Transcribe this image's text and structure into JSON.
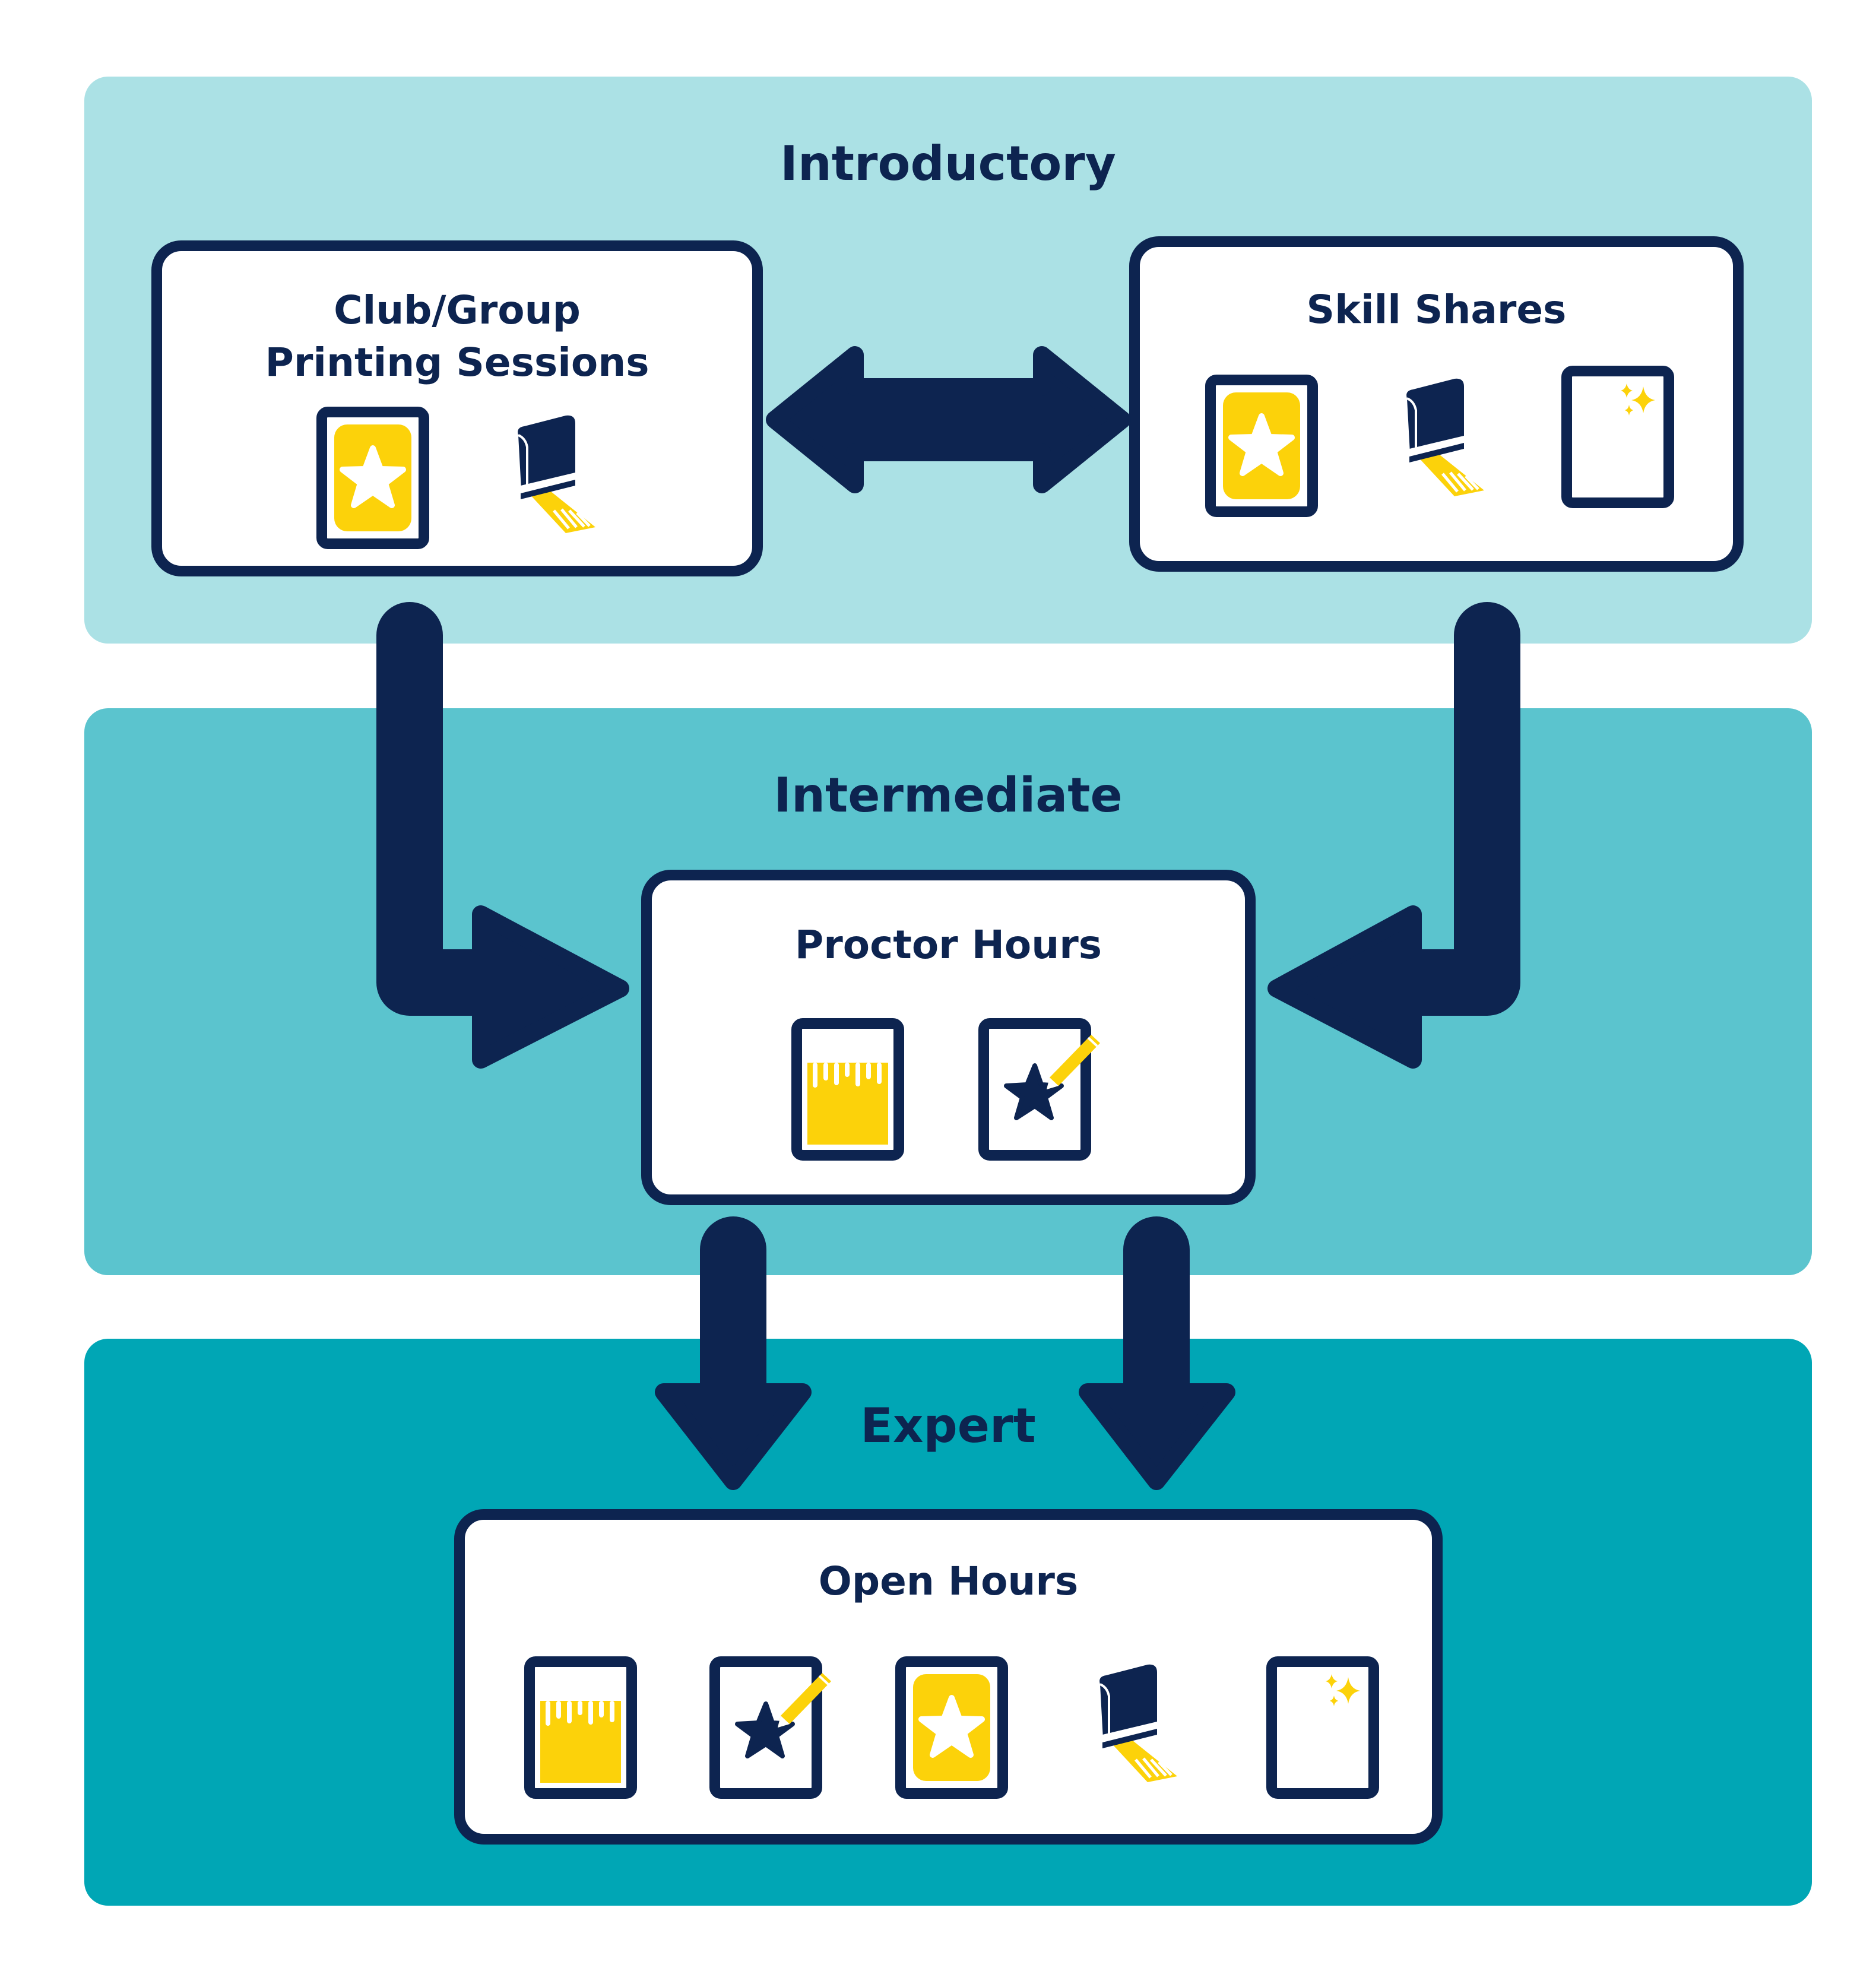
{
  "colors": {
    "navy": "#0d2450",
    "yellow": "#fcd20a",
    "tier_introductory": "#abe1e5",
    "tier_intermediate": "#5bc4ce",
    "tier_expert": "#00a6b5"
  },
  "tiers": {
    "introductory": {
      "title": "Introductory"
    },
    "intermediate": {
      "title": "Intermediate"
    },
    "expert": {
      "title": "Expert"
    }
  },
  "boxes": {
    "club": {
      "title": "Club/Group\nPrinting Sessions",
      "icons": [
        "star-card-icon",
        "squeegee-icon"
      ]
    },
    "skill": {
      "title": "Skill Shares",
      "icons": [
        "star-card-icon",
        "squeegee-icon",
        "sparkle-sheet-icon"
      ]
    },
    "proctor": {
      "title": "Proctor Hours",
      "icons": [
        "ink-drip-card-icon",
        "draw-star-card-icon"
      ]
    },
    "open": {
      "title": "Open Hours",
      "icons": [
        "ink-drip-card-icon",
        "draw-star-card-icon",
        "star-card-icon",
        "squeegee-icon",
        "sparkle-sheet-icon"
      ]
    }
  },
  "flows": [
    {
      "from": "Club/Group Printing Sessions",
      "to": "Skill Shares",
      "kind": "bidirectional"
    },
    {
      "from": "Club/Group Printing Sessions",
      "to": "Proctor Hours",
      "kind": "directed"
    },
    {
      "from": "Skill Shares",
      "to": "Proctor Hours",
      "kind": "directed"
    },
    {
      "from": "Proctor Hours",
      "to": "Open Hours",
      "kind": "directed"
    },
    {
      "from": "Proctor Hours",
      "to": "Open Hours",
      "kind": "directed"
    }
  ]
}
